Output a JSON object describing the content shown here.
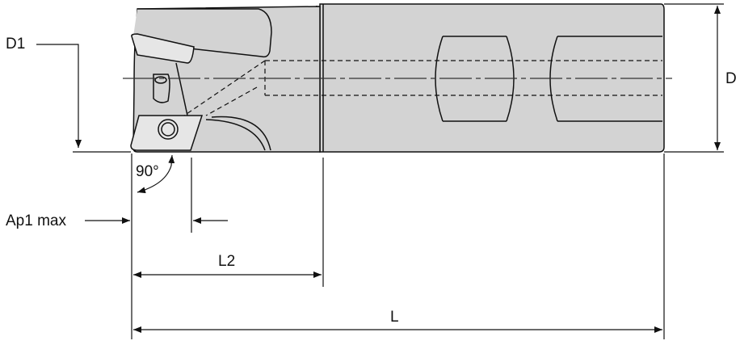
{
  "labels": {
    "d1": "D1",
    "d": "D",
    "ap1_max": "Ap1 max",
    "angle": "90°",
    "l2": "L2",
    "l": "L"
  },
  "colors": {
    "body": "#d3d3d3",
    "line": "#111111"
  }
}
